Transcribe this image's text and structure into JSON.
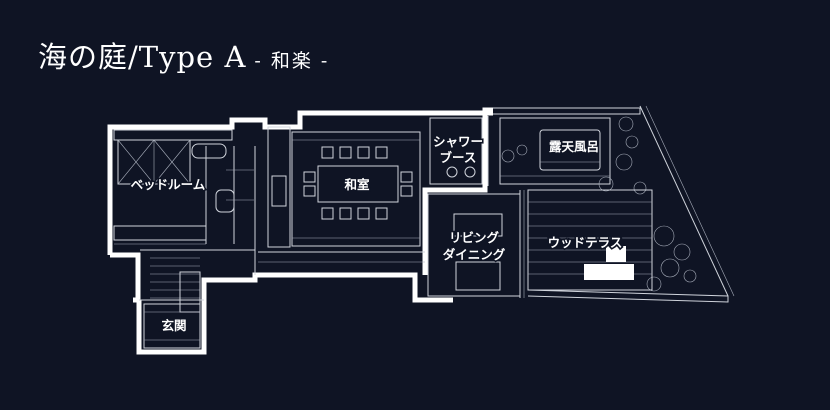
{
  "header": {
    "title": "海の庭/Type A",
    "subtitle": "- 和楽 -"
  },
  "rooms": {
    "bedroom": "ベッドルーム",
    "washitsu": "和室",
    "shower_line1": "シャワー",
    "shower_line2": "ブース",
    "rotenburo": "露天風呂",
    "living_line1": "リビング",
    "living_line2": "ダイニング",
    "wood_terrace": "ウッドテラス",
    "genkan": "玄関"
  },
  "colors": {
    "background": "#0f1424",
    "wall": "#ffffff",
    "line": "#d0d4dc"
  }
}
